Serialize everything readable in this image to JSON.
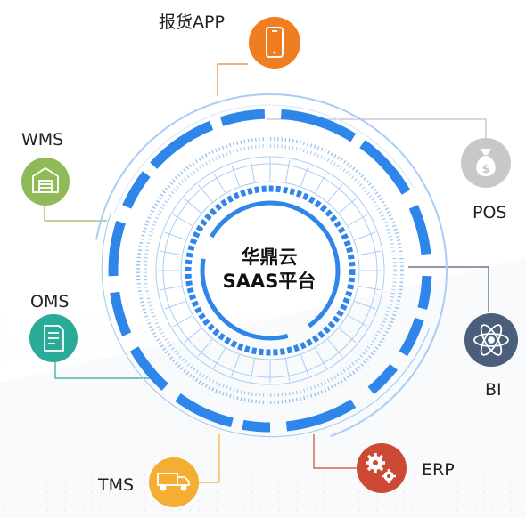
{
  "center": {
    "line1": "华鼎云",
    "line2": "SAAS平台"
  },
  "modules": [
    {
      "label": "报货APP",
      "icon": "phone-icon",
      "color": "#ef7d22"
    },
    {
      "label": "POS",
      "icon": "money-bag-icon",
      "color": "#c8c8c8"
    },
    {
      "label": "BI",
      "icon": "atom-icon",
      "color": "#4b5f7a"
    },
    {
      "label": "ERP",
      "icon": "gears-icon",
      "color": "#cc4a34"
    },
    {
      "label": "TMS",
      "icon": "truck-icon",
      "color": "#f4ae32"
    },
    {
      "label": "OMS",
      "icon": "document-icon",
      "color": "#2aab98"
    },
    {
      "label": "WMS",
      "icon": "warehouse-icon",
      "color": "#8fba57"
    }
  ],
  "colors": {
    "ring": "#2f86ea",
    "ring_light": "#a9cdf6",
    "connector_gray": "#bfbfbf"
  }
}
